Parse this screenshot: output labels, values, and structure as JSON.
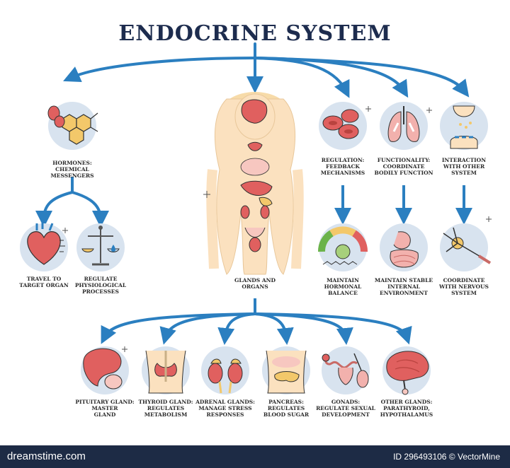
{
  "title": "ENDOCRINE SYSTEM",
  "labels": {
    "hormones": "HORMONES:\nCHEMICAL MESSENGERS",
    "travel": "TRAVEL TO\nTARGET ORGAN",
    "regulate": "REGULATE\nPHYSIOLOGICAL\nPROCESSES",
    "glands": "GLANDS AND\nORGANS",
    "regulation": "REGULATION:\nFEEDBACK\nMECHANISMS",
    "functionality": "FUNCTIONALITY:\nCOORDINATE\nBODILY FUNCTION",
    "interaction": "INTERACTION\nWITH OTHER\nSYSTEM",
    "maintain_balance": "MAINTAIN\nHORMONAL\nBALANCE",
    "maintain_stable": "MAINTAIN STABLE\nINTERNAL\nENVIRONMENT",
    "coordinate": "COORDINATE\nWITH NERVOUS\nSYSTEM",
    "pituitary": "PITUITARY GLAND:\nMASTER\nGLAND",
    "thyroid": "THYROID GLAND:\nREGULATES\nMETABOLISM",
    "adrenal": "ADRENAL GLANDS:\nMANAGE STRESS\nRESPONSES",
    "pancreas": "PANCREAS:\nREGULATES\nBLOOD SUGAR",
    "gonads": "GONADS:\nREGULATE SEXUAL\nDEVELOPMENT",
    "other": "OTHER GLANDS:\nPARATHYROID,\nHYPOTHALAMUS"
  },
  "footer": {
    "brand": "dreamstime.com",
    "stock_id": "ID 296493106 © VectorMine"
  },
  "colors": {
    "arrow": "#2b7fc0",
    "title": "#1d2c4e",
    "circle": "#d8e3ef",
    "organ": "#e0605f",
    "body": "#fbe1bf",
    "footer": "#1d2b45"
  }
}
